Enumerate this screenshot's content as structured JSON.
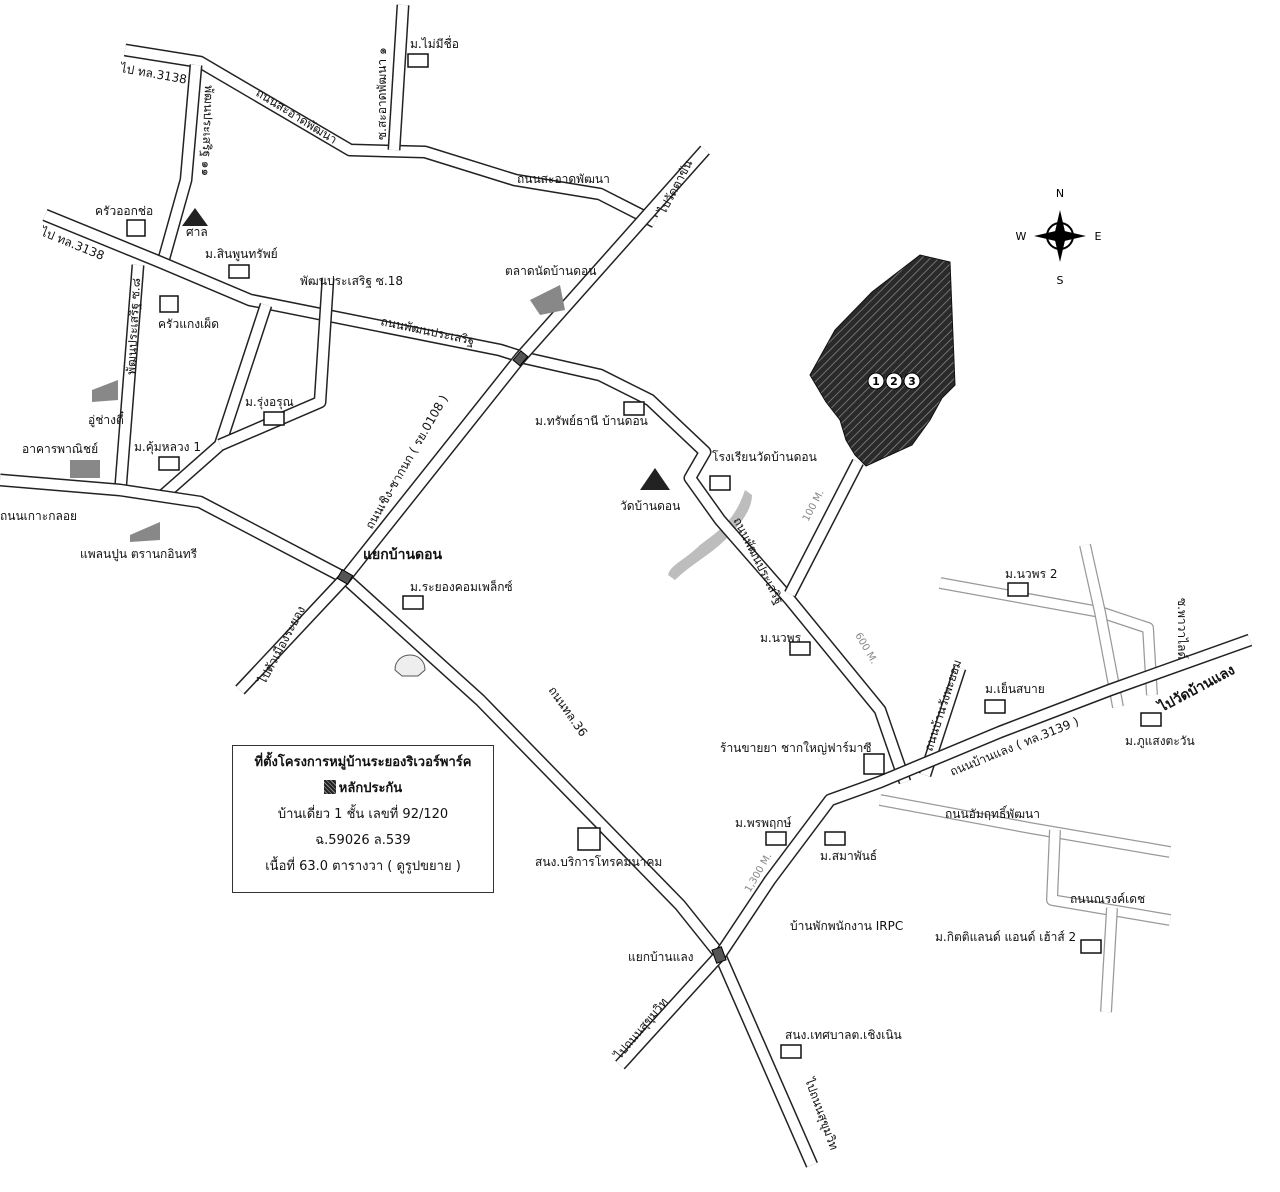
{
  "compass": {
    "n": "N",
    "s": "S",
    "e": "E",
    "w": "W"
  },
  "roads": {
    "sa_at_1": "ถนนสะอาดพัฒนา",
    "sa_at_2": "ถนนสะอาดพัฒนา",
    "soi_sa_at_1": "ซ.สะอาดพัฒนา ๑",
    "to_3138_a": "ไป ทล.3138",
    "to_3138_b": "ไป ทล.3138",
    "pattana_11": "พัฒนประเสริฐ ๑๑",
    "pattana_8": "พัฒนประเสริฐ ซ.๘",
    "pattana_18": "พัฒนประเสริฐ ซ.18",
    "pattana_main": "ถนนพัฒนประเสริฐ",
    "pattana_main_2": "ถนนพัฒนประเสริฐ",
    "to_wat_ta_kham": "ไปวัดตาขัน",
    "choeng_chak_nok": "ถนนเชิง-ชากนก ( รย.0108 )",
    "to_rayong": "ไปตัวเมืองระยอง",
    "ko_kloy": "ถนนเกาะกลอย",
    "tl36": "ถนนทล.36",
    "to_sukhumvit_a": "ไปถนนสุขุมวิท",
    "to_sukhumvit_b": "ไปถนนสุขุมวิท",
    "ban_laeng": "ถนนบ้านแลง ( ทล.3139 )",
    "to_wat_ban_laeng": "ไปวัดบ้านแลง",
    "wang_phayom": "ถนนบ้านวังพะยอม",
    "amrit": "ถนนอัมฤทธิ์พัฒนา",
    "narong": "ถนนณรงค์เดช",
    "soi_phawa": "ซ.พาวาไลด์"
  },
  "distances": {
    "d100": "100 M.",
    "d600": "600 M.",
    "d1300": "1,300 M."
  },
  "places": {
    "mai_mi_chue": "ม.ไม่มีชื่อ",
    "khrua_ok_cho": "ครัวออกช่อ",
    "san": "ศาล",
    "sin_phon_sap": "ม.สินพูนทรัพย์",
    "talat_nat": "ตลาดนัดบ้านดอน",
    "khrua_kaeng": "ครัวแกงเผ็ด",
    "u_chang": "อู่ช่างตี๋",
    "rung_arun": "ม.รุ่งอรุณ",
    "khum_luang": "ม.คุ้มหลวง 1",
    "arkarn": "อาคารพาณิชย์",
    "sap_thani": "ม.ทรัพย์ธานี บ้านดอน",
    "school": "โรงเรียนวัดบ้านดอน",
    "wat": "วัดบ้านดอน",
    "plaen_pun": "แพลนปูน ตรานกอินทรี",
    "yaek_ban_don": "แยกบ้านดอน",
    "rayong_complex": "ม.ระยองคอมเพล็กซ์",
    "nawaporn": "ม.นวพร",
    "nawaporn2": "ม.นวพร 2",
    "yen_sabai": "ม.เย็นสบาย",
    "pharmacy": "ร้านขายยา ชากใหญ่ฟาร์มาซี",
    "phu_saeng": "ม.ภูแสงตะวัน",
    "phon_phruek": "ม.พรพฤกษ์",
    "samaphan": "ม.สมาพันธ์",
    "telecom": "สนง.บริการโทรคมนาคม",
    "irpc": "บ้านพักพนักงาน IRPC",
    "kitti": "ม.กิตติแลนด์ แอนด์ เฮ้าส์ 2",
    "yaek_ban_laeng": "แยกบ้านแลง",
    "thesaban": "สนง.เทศบาลต.เชิงเนิน"
  },
  "plot_markers": [
    "1",
    "2",
    "3"
  ],
  "legend": {
    "title": "ที่ตั้งโครงการหมู่บ้านระยองริเวอร์พาร์ค",
    "swatch_label": "หลักประกัน",
    "line1": "บ้านเดี่ยว 1 ชั้น เลขที่ 92/120",
    "line2": "ฉ.59026 ล.539",
    "line3": "เนื้อที่ 63.0 ตารางวา ( ดูรูปขยาย )"
  },
  "colors": {
    "plot": "#2a2a2a",
    "road": "#222222",
    "water": "#bdbdbd"
  }
}
